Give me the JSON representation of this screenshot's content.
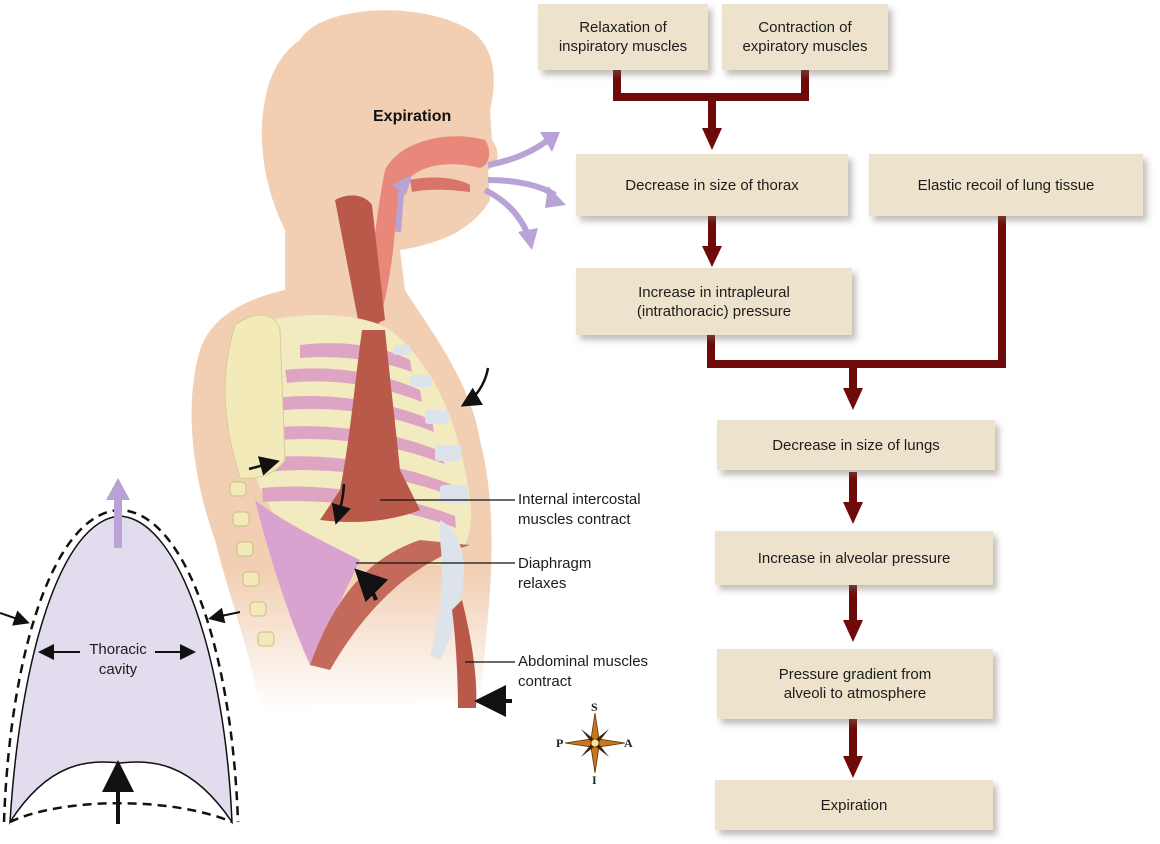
{
  "figure": {
    "title": "Expiration",
    "colors": {
      "box_fill": "#ede3cc",
      "connector": "#6e0a0a",
      "air_arrow": "#b9a3d6",
      "thoracic_fill": "#e3dcee",
      "skin": "#f2cfb3",
      "bone": "#f3ebc0",
      "muscle": "#b9594a",
      "lung": "#dea4c4"
    }
  },
  "flowchart": {
    "boxes": [
      {
        "id": "relaxation",
        "text": "Relaxation of\ninspiratory muscles"
      },
      {
        "id": "contraction",
        "text": "Contraction of\nexpiratory muscles"
      },
      {
        "id": "decrease-thorax",
        "text": "Decrease in size of thorax"
      },
      {
        "id": "elastic-recoil",
        "text": "Elastic recoil of lung tissue"
      },
      {
        "id": "intrapleural",
        "text": "Increase in intrapleural\n(intrathoracic) pressure"
      },
      {
        "id": "decrease-lungs",
        "text": "Decrease in size of lungs"
      },
      {
        "id": "alveolar",
        "text": "Increase in alveolar pressure"
      },
      {
        "id": "gradient",
        "text": "Pressure gradient from\nalveoli to atmosphere"
      },
      {
        "id": "expiration",
        "text": "Expiration"
      }
    ],
    "connections": [
      {
        "from": [
          "relaxation",
          "contraction"
        ],
        "to": "decrease-thorax"
      },
      {
        "from": [
          "decrease-thorax"
        ],
        "to": "intrapleural"
      },
      {
        "from": [
          "intrapleural",
          "elastic-recoil"
        ],
        "to": "decrease-lungs"
      },
      {
        "from": [
          "decrease-lungs"
        ],
        "to": "alveolar"
      },
      {
        "from": [
          "alveolar"
        ],
        "to": "gradient"
      },
      {
        "from": [
          "gradient"
        ],
        "to": "expiration"
      }
    ]
  },
  "anatomy_labels": {
    "intercostal": "Internal intercostal\nmuscles contract",
    "diaphragm": "Diaphragm\nrelaxes",
    "abdominal": "Abdominal muscles\ncontract"
  },
  "thoracic_inset": {
    "label": "Thoracic\ncavity"
  },
  "compass": {
    "top": "S",
    "bottom": "I",
    "left": "P",
    "right": "A"
  }
}
